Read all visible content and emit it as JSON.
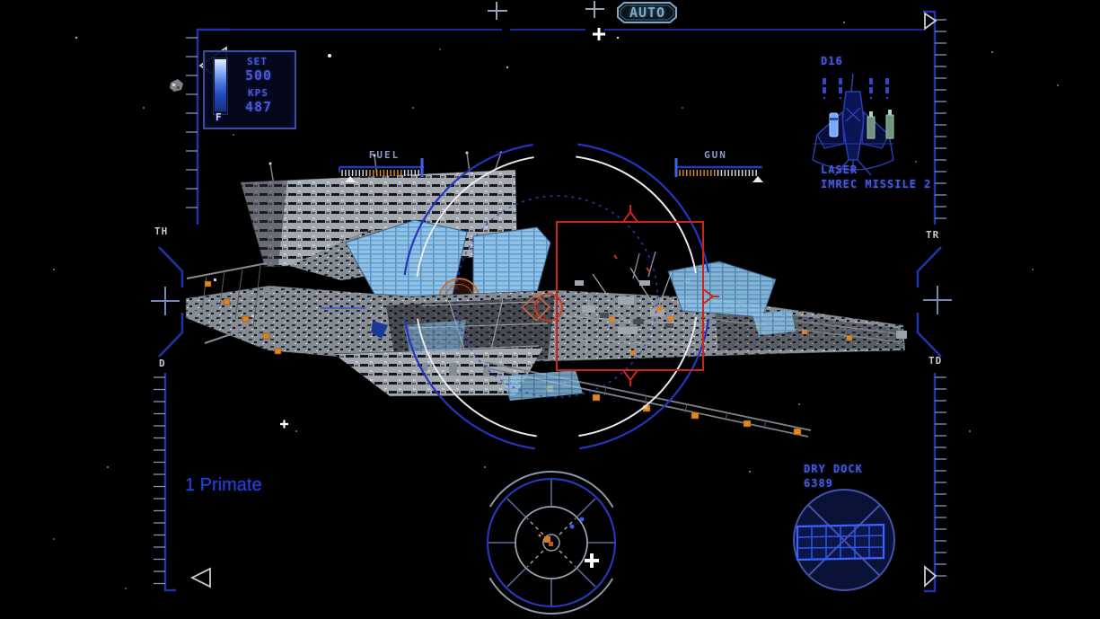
{
  "hud": {
    "auto": {
      "label": "AUTO"
    },
    "speed_panel": {
      "set_label": "SET",
      "set_value": "500",
      "kps_label": "KPS",
      "kps_value": "487",
      "gauge_full_label": "F"
    },
    "fuel_gauge": {
      "label": "FUEL"
    },
    "gun_gauge": {
      "label": "GUN"
    },
    "frame_markers": {
      "top_left": "TH",
      "top_right": "TR",
      "bottom_left": "D",
      "bottom_right": "TD"
    },
    "loadout_panel": {
      "ship_id": "D16",
      "gun_label": "LASER",
      "missile_label": "IMREC MISSILE 2"
    },
    "comm_text": "1 Primate",
    "target_panel": {
      "name": "DRY DOCK",
      "distance": "6389"
    },
    "colors": {
      "hud_line_blue": "#2134ae",
      "hud_text_blue": "#4858d2",
      "hud_label_gray": "#c3c9d2",
      "gauge_label_blue": "#8a98c8",
      "tick_white": "#dde2e8",
      "tick_orange": "#e0921e",
      "ruler_tick": "#8494b8",
      "auto_cyan": "#7fa8c8",
      "target_red": "#cc2418",
      "radar_contact_orange": "#e07820",
      "radar_contact_blue": "#3b5bf0",
      "selected_missile_blue": "#76aaff",
      "missile_green": "#8fb89d",
      "station_blue_panel": "#8ec2e6",
      "white": "#ffffff"
    }
  }
}
